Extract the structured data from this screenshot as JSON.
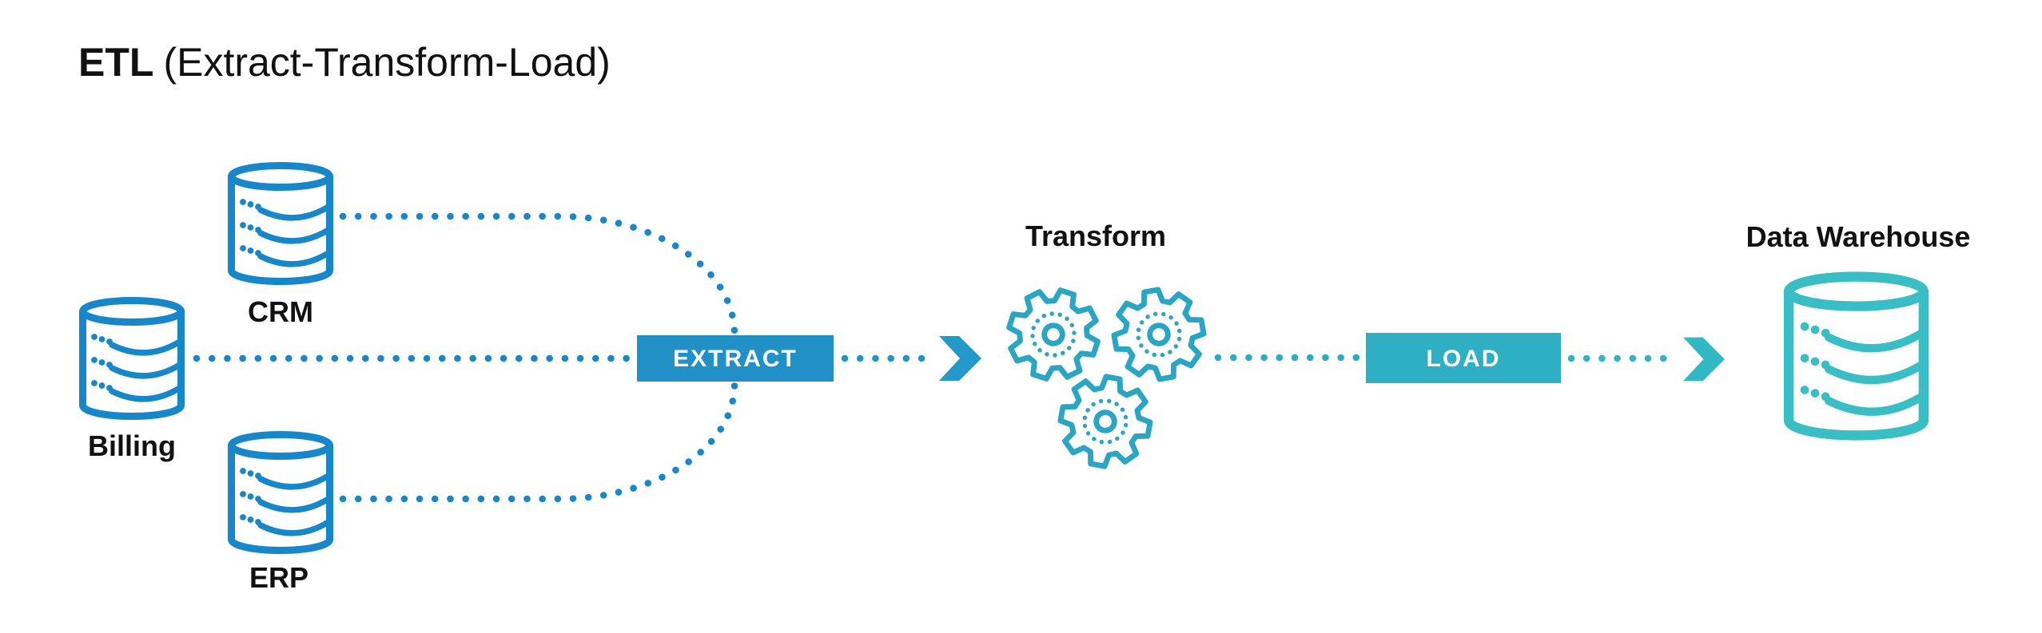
{
  "title": {
    "main": "ETL",
    "sub": "(Extract-Transform-Load)"
  },
  "sources": [
    {
      "label": "CRM"
    },
    {
      "label": "Billing"
    },
    {
      "label": "ERP"
    }
  ],
  "stages": {
    "extract": {
      "label": "EXTRACT"
    },
    "transform": {
      "label": "Transform"
    },
    "load": {
      "label": "LOAD"
    }
  },
  "destination": {
    "label": "Data Warehouse"
  },
  "colors": {
    "source_blue": "#1787C9",
    "extract_box": "#2090C7",
    "extract_to_transform_dots": "#1F96C8",
    "arrow_1": "#2299C7",
    "transform_teal": "#2AA6C4",
    "transform_to_load_dots": "#2CACC3",
    "load_box": "#2EAFC3",
    "load_to_arrow_dots": "#30B5C4",
    "arrow_2": "#32B8C5",
    "warehouse_teal": "#3ABEC5",
    "label_text": "#111111",
    "box_label_text": "#FFFFFF",
    "background": "#FFFFFF"
  }
}
